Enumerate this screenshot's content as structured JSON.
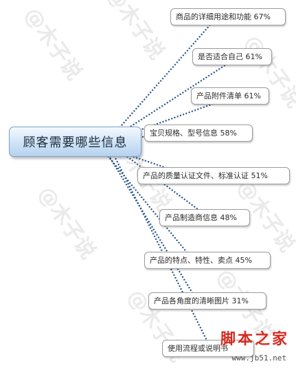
{
  "root": {
    "label": "顾客需要哪些信息"
  },
  "topics": [
    {
      "label": "商品的详细用途和功能  67%"
    },
    {
      "label": "是否适合自己  61%"
    },
    {
      "label": "产品附件清单  61%"
    },
    {
      "label": "宝贝规格、型号信息  58%"
    },
    {
      "label": "产品的质量认证文件、标准认证  51%"
    },
    {
      "label": "产品制造商信息  48%"
    },
    {
      "label": "产品的特点、特性、卖点  45%"
    },
    {
      "label": "产品各角度的清晰图片  31%"
    },
    {
      "label": "使用流程或说明书"
    }
  ],
  "watermark": {
    "text": "@木子说"
  },
  "logo": {
    "text": "脚本之家",
    "url": "www.jb51.net"
  },
  "colors": {
    "link": "#1f4f86",
    "root_border": "#7aa0c8"
  }
}
